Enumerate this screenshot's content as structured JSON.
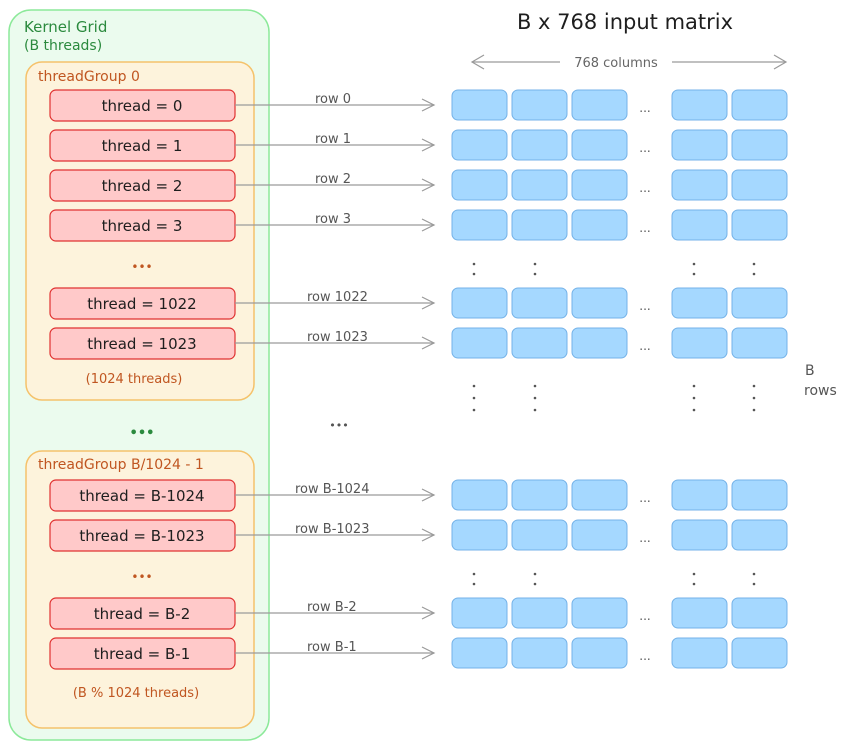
{
  "title": "B x 768 input matrix",
  "columns_label": "768 columns",
  "rows_label_1": "B",
  "rows_label_2": "rows",
  "grid": {
    "title_line1": "Kernel Grid",
    "title_line2": "(B threads)",
    "ellipsis": "•••"
  },
  "groups": [
    {
      "title": "threadGroup 0",
      "threads": [
        "thread = 0",
        "thread = 1",
        "thread = 2",
        "thread = 3",
        "thread = 1022",
        "thread = 1023"
      ],
      "mid_ellipsis": "•••",
      "footer": "(1024 threads)"
    },
    {
      "title": "threadGroup B/1024 - 1",
      "threads": [
        "thread = B-1024",
        "thread = B-1023",
        "thread = B-2",
        "thread = B-1"
      ],
      "mid_ellipsis": "•••",
      "footer": "(B % 1024 threads)"
    }
  ],
  "row_labels": [
    "row 0",
    "row 1",
    "row 2",
    "row 3",
    "row 1022",
    "row 1023",
    "row B-1024",
    "row B-1023",
    "row B-2",
    "row B-1"
  ],
  "middle_ellipsis": "•••",
  "cell_ellipsis": "...",
  "colors": {
    "grid_fill": "#ebfbee",
    "grid_stroke": "#8ce99a",
    "grid_text": "#2b8a3e",
    "group_fill": "#fdf3dc",
    "group_stroke": "#f5c26b",
    "group_text": "#c05621",
    "thread_fill": "#ffc9c9",
    "thread_stroke": "#e03131",
    "cell_fill": "#a5d8ff",
    "cell_stroke": "#74b2e8",
    "arrow": "#9a9a9a"
  }
}
